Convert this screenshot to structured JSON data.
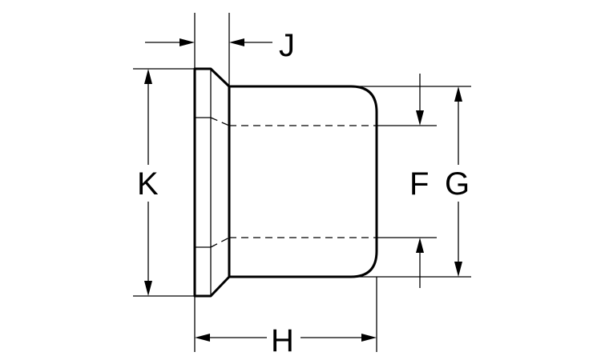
{
  "diagram": {
    "labels": {
      "j": "J",
      "k": "K",
      "f": "F",
      "g": "G",
      "h": "H"
    },
    "colors": {
      "line": "#000000",
      "background": "#ffffff"
    }
  }
}
